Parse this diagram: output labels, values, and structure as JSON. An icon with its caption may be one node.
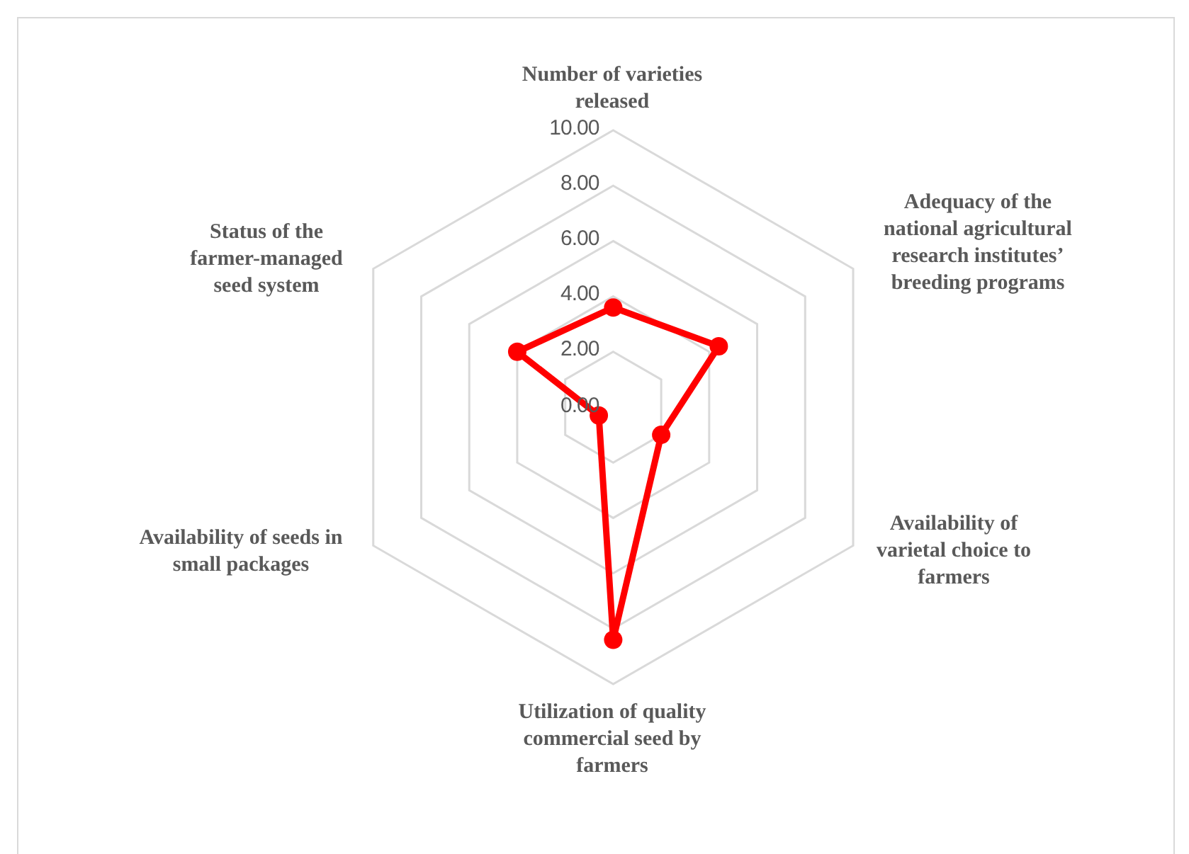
{
  "diagram": {
    "chart_data": {
      "type": "radar",
      "categories": [
        "Number of varieties released",
        "Adequacy of the national agricultural research institutes’ breeding programs",
        "Availability of varietal choice to farmers",
        "Utilization of quality commercial seed by farmers",
        "Availability of seeds in small packages",
        "Status of the farmer-managed seed system"
      ],
      "series": [
        {
          "color": "#ff0000",
          "values": [
            3.6,
            4.4,
            2.0,
            8.4,
            0.6,
            4.0
          ]
        }
      ],
      "ylim": [
        0,
        10
      ],
      "yticks": [
        {
          "value": 0,
          "label": "0.00"
        },
        {
          "value": 2,
          "label": "2.00"
        },
        {
          "value": 4,
          "label": "4.00"
        },
        {
          "value": 6,
          "label": "6.00"
        },
        {
          "value": 8,
          "label": "8.00"
        },
        {
          "value": 10,
          "label": "10.00"
        }
      ]
    }
  }
}
